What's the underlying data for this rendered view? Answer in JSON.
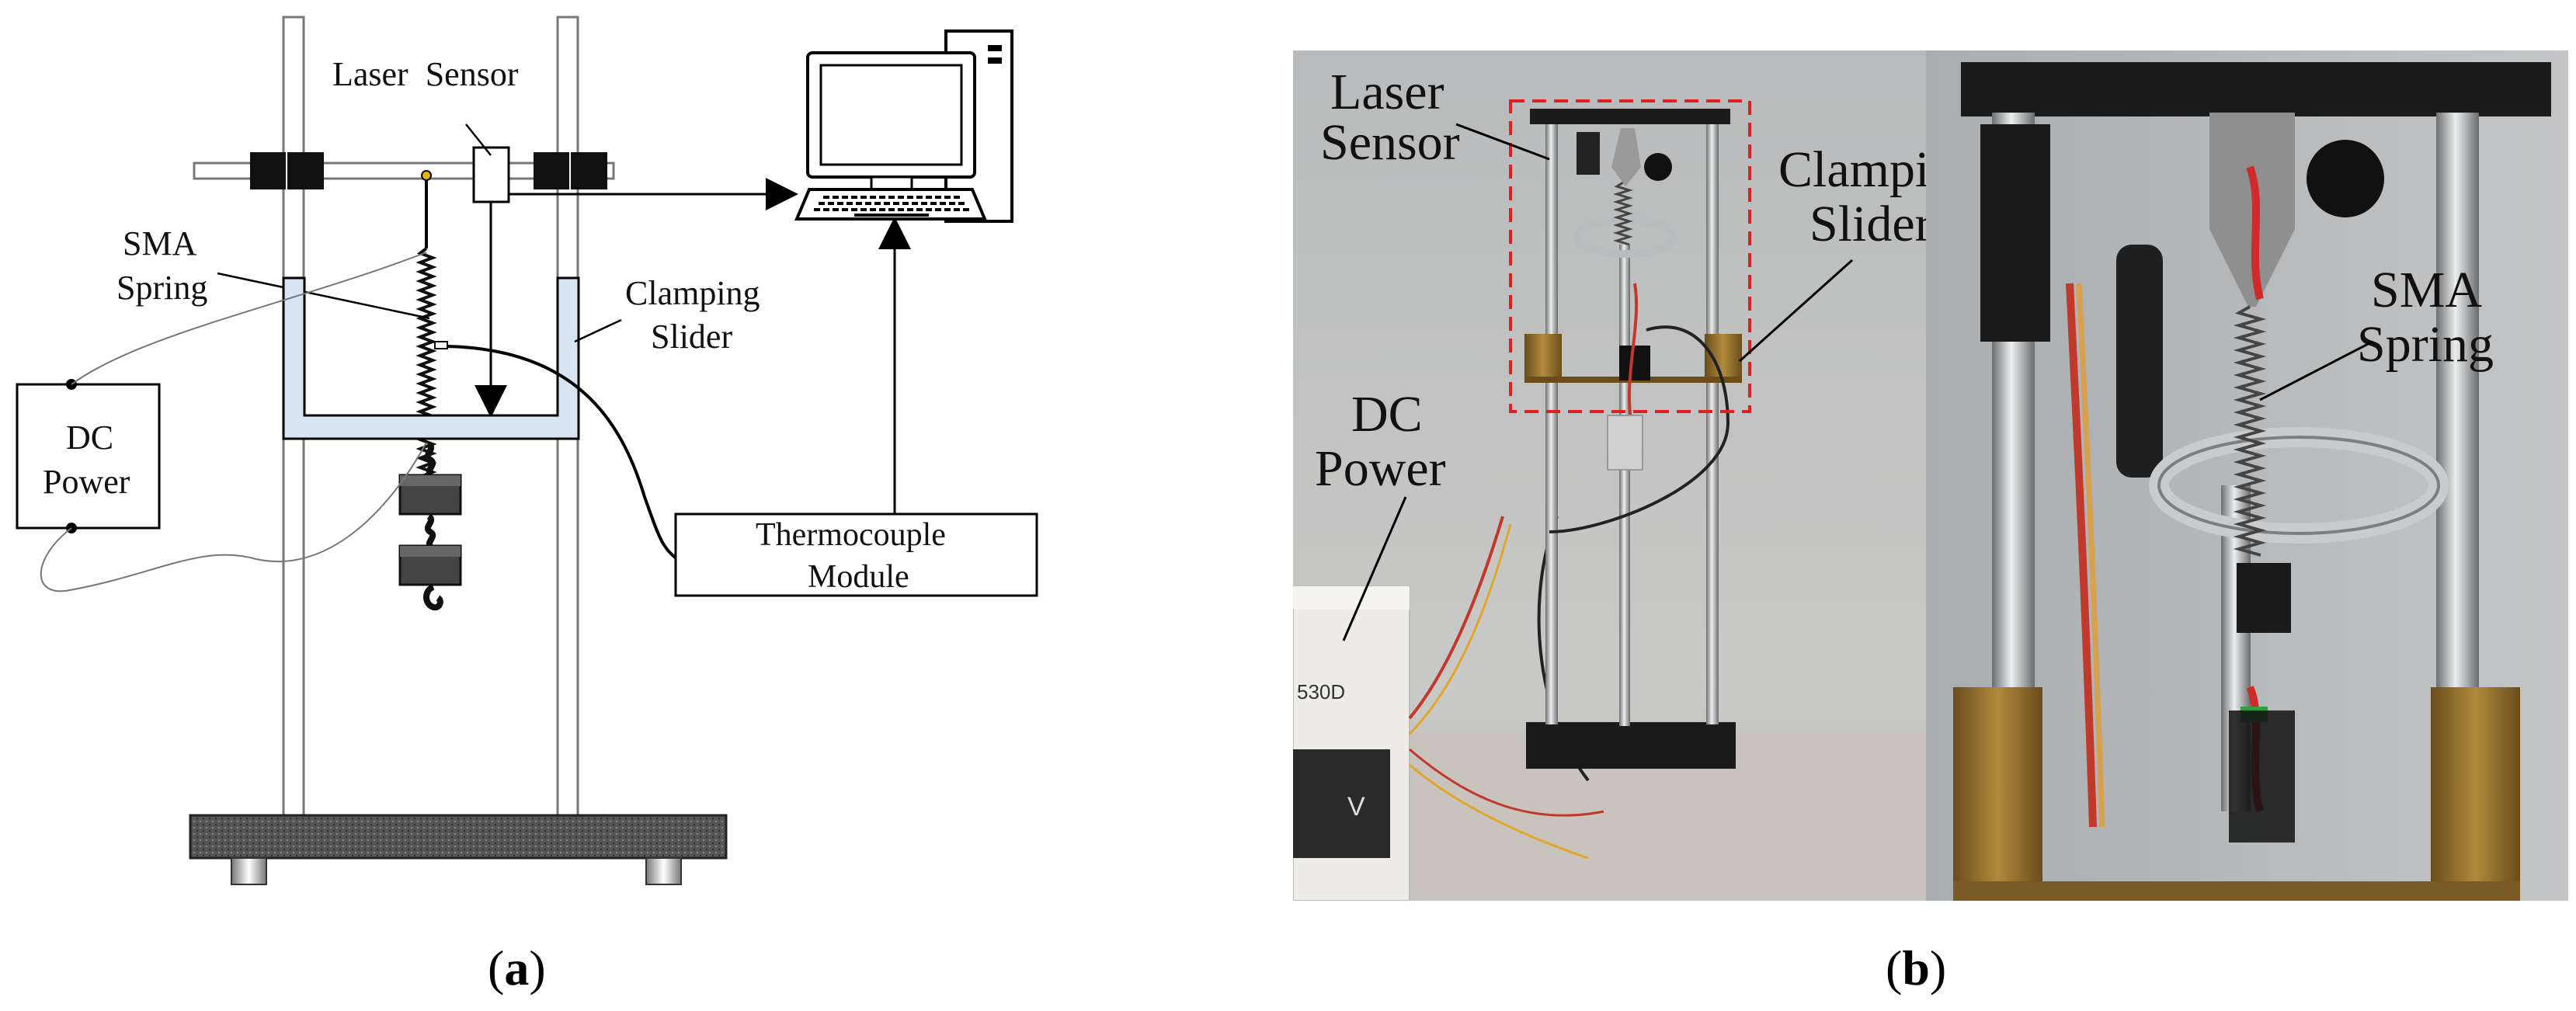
{
  "panel_a": {
    "caption_letter": "a",
    "labels": {
      "laser_sensor": "Laser  Sensor",
      "sma_line1": "SMA",
      "sma_line2": "Spring",
      "clamp_line1": "Clamping",
      "clamp_line2": "Slider",
      "dc_line1": "DC",
      "dc_line2": "Power",
      "thermo_line1": "Thermocouple",
      "thermo_line2": "Module"
    }
  },
  "panel_b": {
    "caption_letter": "b",
    "labels": {
      "laser_line1": "Laser",
      "laser_line2": "Sensor",
      "clamp_line1": "Clamping",
      "clamp_line2": "Slider",
      "dc_line1": "DC",
      "dc_line2": "Power",
      "sma_line1": "SMA",
      "sma_line2": "Spring",
      "device_text": "530D",
      "meter_text": "V"
    },
    "highlight_color": "#e02020"
  }
}
